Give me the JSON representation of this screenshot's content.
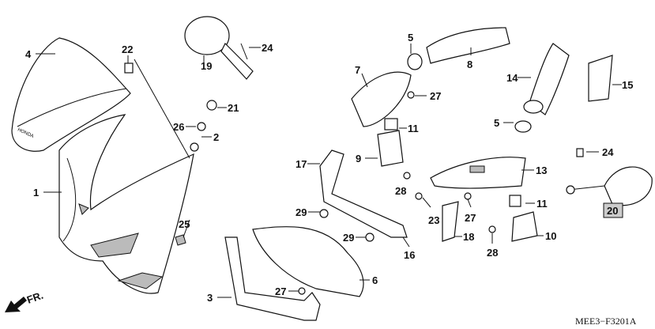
{
  "diagram": {
    "callouts": [
      {
        "id": "c4",
        "text": "4"
      },
      {
        "id": "c22",
        "text": "22"
      },
      {
        "id": "c19",
        "text": "19"
      },
      {
        "id": "c24a",
        "text": "24"
      },
      {
        "id": "c21",
        "text": "21"
      },
      {
        "id": "c26",
        "text": "26"
      },
      {
        "id": "c2",
        "text": "2"
      },
      {
        "id": "c1",
        "text": "1"
      },
      {
        "id": "c25",
        "text": "25"
      },
      {
        "id": "c5a",
        "text": "5"
      },
      {
        "id": "c8",
        "text": "8"
      },
      {
        "id": "c7",
        "text": "7"
      },
      {
        "id": "c27a",
        "text": "27"
      },
      {
        "id": "c11a",
        "text": "11"
      },
      {
        "id": "c9",
        "text": "9"
      },
      {
        "id": "c14",
        "text": "14"
      },
      {
        "id": "c15",
        "text": "15"
      },
      {
        "id": "c5b",
        "text": "5"
      },
      {
        "id": "c13",
        "text": "13"
      },
      {
        "id": "c24b",
        "text": "24"
      },
      {
        "id": "c20",
        "text": "20"
      },
      {
        "id": "c17",
        "text": "17"
      },
      {
        "id": "c28a",
        "text": "28"
      },
      {
        "id": "c29a",
        "text": "29"
      },
      {
        "id": "c23",
        "text": "23"
      },
      {
        "id": "c27b",
        "text": "27"
      },
      {
        "id": "c11b",
        "text": "11"
      },
      {
        "id": "c29b",
        "text": "29"
      },
      {
        "id": "c16",
        "text": "16"
      },
      {
        "id": "c18",
        "text": "18"
      },
      {
        "id": "c10",
        "text": "10"
      },
      {
        "id": "c28b",
        "text": "28"
      },
      {
        "id": "c6",
        "text": "6"
      },
      {
        "id": "c27c",
        "text": "27"
      },
      {
        "id": "c3",
        "text": "3"
      }
    ],
    "direction_label": "FR.",
    "diagram_code": "MEE3−F3201A",
    "windscreen_logo": "HONDA",
    "highlight_color": "#cccccc"
  }
}
